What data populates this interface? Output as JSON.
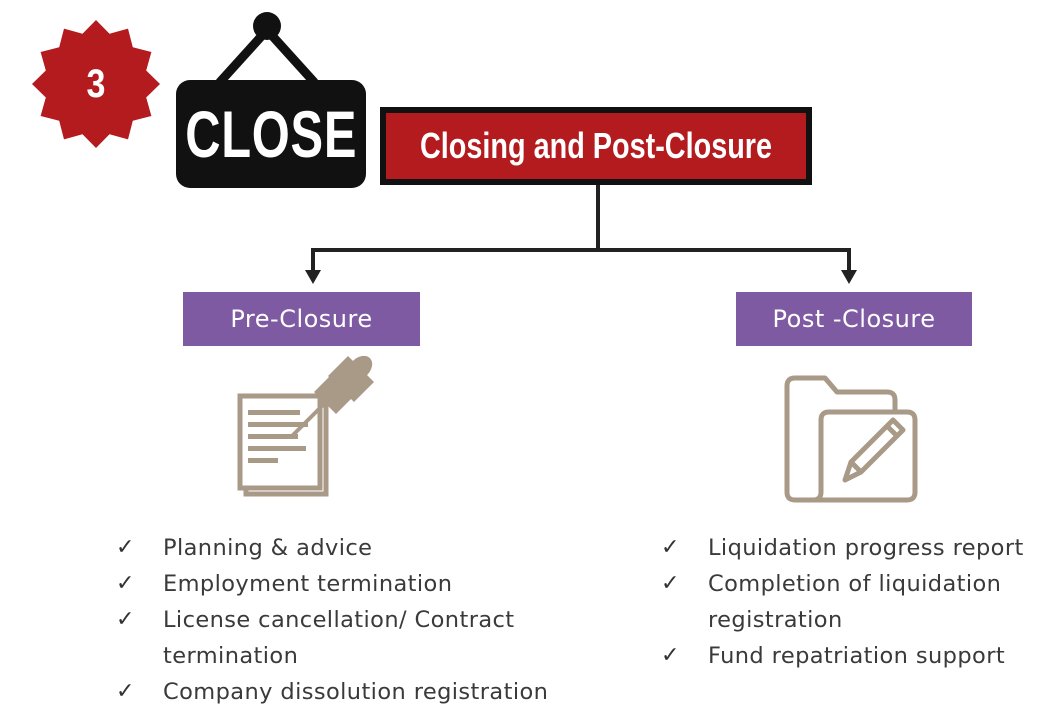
{
  "badge": {
    "number": "3",
    "color": "#b31b1e"
  },
  "sign": {
    "text": "CLOSE",
    "icon": "hanging-sign-icon"
  },
  "title": {
    "text": "Closing and Post-Closure",
    "fill": "#b31b1e",
    "border": "#111111"
  },
  "pre_closure": {
    "label": "Pre-Closure",
    "icon": "document-pin-icon",
    "items": [
      "Planning & advice",
      "Employment termination",
      "License cancellation/ Contract termination",
      "Company dissolution registration"
    ]
  },
  "post_closure": {
    "label": "Post -Closure",
    "icon": "folder-pencil-icon",
    "items": [
      "Liquidation progress report",
      "Completion of liquidation registration",
      "Fund repatriation support"
    ]
  },
  "colors": {
    "category": "#7e5aa2",
    "icon": "#a99a88",
    "check": "✓"
  }
}
